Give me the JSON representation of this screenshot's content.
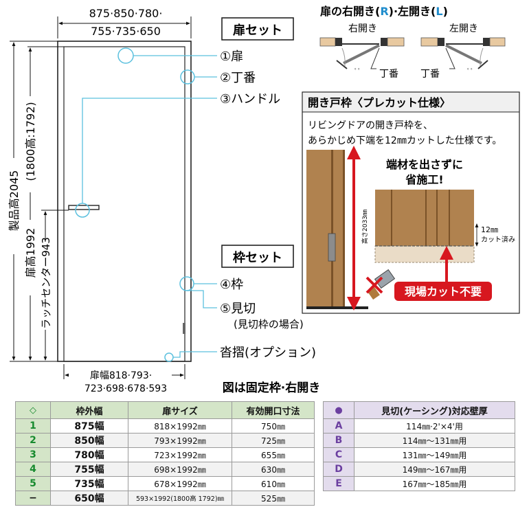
{
  "dims": {
    "frame_width_line1": "875·850·780·",
    "frame_width_line2": "755·735·650",
    "product_height": "製品高2045",
    "product_height_alt": "(1800高:1792)",
    "door_height": "扉高1992",
    "latch_center": "ラッチセンター943",
    "door_width_line1": "扉幅818·793·",
    "door_width_line2": "723·698·678·593"
  },
  "callouts": {
    "door_set": "扉セット",
    "item1": "①扉",
    "item2": "②丁番",
    "item3": "③ハンドル",
    "frame_set": "枠セット",
    "item4": "④枠",
    "item5": "⑤見切",
    "item5_note": "(見切枠の場合)",
    "threshold": "沓摺(オプション)",
    "figure_caption": "図は固定枠·右開き"
  },
  "opening": {
    "title_prefix": "扉の右開き(",
    "r": "R",
    "mid": ")·左開き(",
    "l": "L",
    "title_suffix": ")",
    "right_label": "右開き",
    "left_label": "左開き",
    "hinge_right": "丁番",
    "hinge_left": "丁番"
  },
  "precut": {
    "title": "開き戸枠〈プレカット仕様〉",
    "desc_line1": "リビングドアの開き戸枠を、",
    "desc_line2": "あらかじめ下端を12㎜カットした仕様です。",
    "height_label": "高さ2033㎜",
    "slogan_line1": "端材を出さずに",
    "slogan_line2": "省施工!",
    "cut_line1": "12㎜",
    "cut_line2": "カット済み",
    "no_cut": "現場カット不要"
  },
  "table_sizes": {
    "headers": [
      "◇",
      "枠外幅",
      "扉サイズ",
      "有効開口寸法"
    ],
    "rows": [
      {
        "no": "1",
        "width": "875幅",
        "door": "818×1992㎜",
        "opening": "750㎜"
      },
      {
        "no": "2",
        "width": "850幅",
        "door": "793×1992㎜",
        "opening": "725㎜"
      },
      {
        "no": "3",
        "width": "780幅",
        "door": "723×1992㎜",
        "opening": "655㎜"
      },
      {
        "no": "4",
        "width": "755幅",
        "door": "698×1992㎜",
        "opening": "630㎜"
      },
      {
        "no": "5",
        "width": "735幅",
        "door": "678×1992㎜",
        "opening": "610㎜"
      },
      {
        "no": "−",
        "width": "650幅",
        "door": "593×1992(1800高 1792)㎜",
        "opening": "525㎜"
      }
    ]
  },
  "table_casing": {
    "headers": [
      "●",
      "見切(ケーシング)対応壁厚"
    ],
    "rows": [
      {
        "code": "A",
        "range": "114㎜·2'×4'用"
      },
      {
        "code": "B",
        "range": "114㎜〜131㎜用"
      },
      {
        "code": "C",
        "range": "131㎜〜149㎜用"
      },
      {
        "code": "D",
        "range": "149㎜〜167㎜用"
      },
      {
        "code": "E",
        "range": "167㎜〜185㎜用"
      }
    ]
  },
  "colors": {
    "callout_circle": "#5bc0de",
    "wood": "#b0824f",
    "wood_dark": "#8a6033",
    "wood_light": "#eadcc7",
    "red": "#d7171f",
    "green_header": "#d4e5c8",
    "purple_header": "#e3dced",
    "accent_blue": "#1f8ccc"
  }
}
